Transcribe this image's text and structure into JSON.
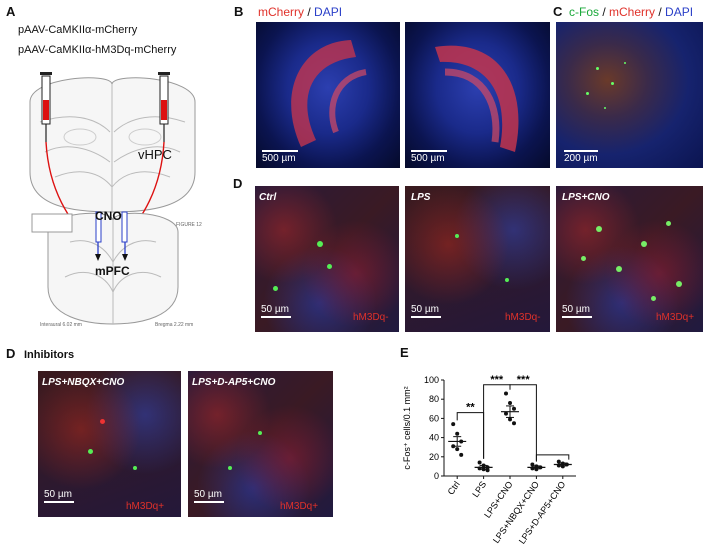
{
  "panels": {
    "A": "A",
    "B": "B",
    "C": "C",
    "D": "D",
    "D2": "D",
    "E": "E"
  },
  "panelA": {
    "line1": "pAAV-CaMKIIα-mCherry",
    "line2": "pAAV-CaMKIIα-hM3Dq-mCherry",
    "vhpc": "vHPC",
    "cno": "CNO",
    "mpfc": "mPFC",
    "atlas_top": "FIGURE 12",
    "atlas_left": "Interaural 6.02 mm",
    "atlas_right": "Bregma 2.22 mm"
  },
  "panelB": {
    "title_red": "mCherry",
    "title_sep": " / ",
    "title_blue": "DAPI",
    "scale1": "500 µm",
    "scale2": "500 µm"
  },
  "panelC": {
    "t_green": "c-Fos",
    "t_sep1": " / ",
    "t_red": "mCherry",
    "t_sep2": " / ",
    "t_blue": "DAPI",
    "scale": "200 µm"
  },
  "panelD": {
    "images": [
      {
        "label": "Ctrl",
        "scale": "50 µm",
        "tag": "hM3Dq-"
      },
      {
        "label": "LPS",
        "scale": "50 µm",
        "tag": "hM3Dq-"
      },
      {
        "label": "LPS+CNO",
        "scale": "50 µm",
        "tag": "hM3Dq+"
      }
    ]
  },
  "panelD2": {
    "heading": "Inhibitors",
    "images": [
      {
        "label": "LPS+NBQX+CNO",
        "scale": "50 µm",
        "tag": "hM3Dq+"
      },
      {
        "label": "LPS+D-AP5+CNO",
        "scale": "50 µm",
        "tag": "hM3Dq+"
      }
    ]
  },
  "colors": {
    "red": "#e0312a",
    "blue": "#2a3fc8",
    "green": "#1aa83a"
  },
  "chart_data": {
    "type": "scatter",
    "ylabel": "c-Fos⁺ cells/0.1 mm²",
    "ylim": [
      0,
      100
    ],
    "yticks": [
      "0",
      "20",
      "40",
      "60",
      "80",
      "100"
    ],
    "categories": [
      "Ctrl",
      "LPS",
      "LPS+CNO",
      "LPS+NBQX+CNO",
      "LPS+D-AP5+CNO"
    ],
    "means": [
      36,
      9,
      67,
      9,
      12
    ],
    "sem": [
      5,
      2,
      6,
      1.5,
      1.5
    ],
    "points": [
      [
        54,
        44,
        36,
        31,
        28,
        22
      ],
      [
        14,
        11,
        9,
        8,
        7,
        6
      ],
      [
        86,
        76,
        70,
        65,
        59,
        55
      ],
      [
        12,
        10,
        9,
        8,
        7
      ],
      [
        15,
        13,
        12,
        11,
        10
      ]
    ],
    "significance": [
      {
        "from": 0,
        "to": 1,
        "label": "**"
      },
      {
        "from": 1,
        "to": 2,
        "label": "***"
      },
      {
        "from": 2,
        "to": 3,
        "label": "***"
      }
    ]
  }
}
